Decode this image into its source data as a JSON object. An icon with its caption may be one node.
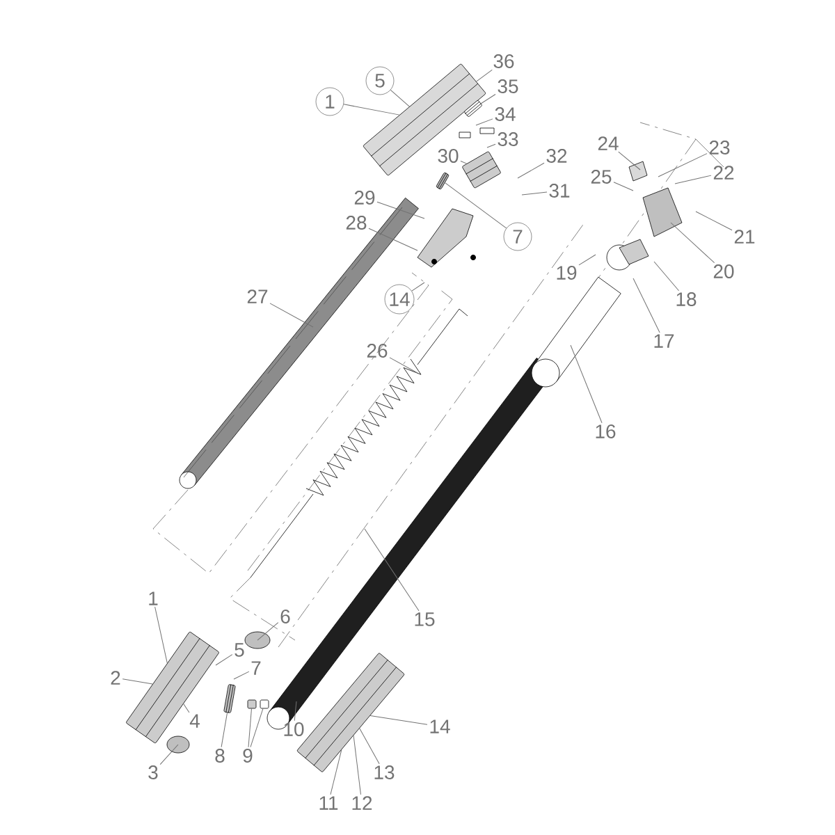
{
  "diagram": {
    "nodes": [
      {
        "text": [
          "36"
        ]
      },
      {
        "text": [
          "5"
        ]
      },
      {
        "text": [
          "35"
        ]
      },
      {
        "text": [
          "1"
        ]
      },
      {
        "text": [
          "34"
        ]
      },
      {
        "text": [
          "33"
        ]
      },
      {
        "text": [
          "30"
        ]
      },
      {
        "text": [
          "32"
        ]
      },
      {
        "text": [
          "31"
        ]
      },
      {
        "text": [
          "24"
        ]
      },
      {
        "text": [
          "23"
        ]
      },
      {
        "text": [
          "25"
        ]
      },
      {
        "text": [
          "22"
        ]
      },
      {
        "text": [
          "29"
        ]
      },
      {
        "text": [
          "28"
        ]
      },
      {
        "text": [
          "7"
        ]
      },
      {
        "text": [
          "21"
        ]
      },
      {
        "text": [
          "20"
        ]
      },
      {
        "text": [
          "19"
        ]
      },
      {
        "text": [
          "27"
        ]
      },
      {
        "text": [
          "18"
        ]
      },
      {
        "text": [
          "14"
        ]
      },
      {
        "text": [
          "17"
        ]
      },
      {
        "text": [
          "26"
        ]
      },
      {
        "text": [
          "16"
        ]
      },
      {
        "text": [
          "1"
        ]
      },
      {
        "text": [
          "6"
        ]
      },
      {
        "text": [
          "15"
        ]
      },
      {
        "text": [
          "5"
        ]
      },
      {
        "text": [
          "7"
        ]
      },
      {
        "text": [
          "2"
        ]
      },
      {
        "text": [
          "10"
        ]
      },
      {
        "text": [
          "4"
        ]
      },
      {
        "text": [
          "14"
        ]
      },
      {
        "text": [
          "8"
        ]
      },
      {
        "text": [
          "9"
        ]
      },
      {
        "text": [
          "3"
        ]
      },
      {
        "text": [
          "13"
        ]
      },
      {
        "text": [
          "11"
        ]
      },
      {
        "text": [
          "12"
        ]
      },
      {
        "text": [],
        "shape": "picture"
      },
      {
        "text": [],
        "shape": "picture"
      },
      {
        "text": [],
        "shape": "picture"
      },
      {
        "text": [],
        "shape": "picture"
      },
      {
        "text": [],
        "shape": "picture"
      },
      {
        "text": [],
        "shape": "picture"
      },
      {
        "text": [],
        "shape": "box"
      },
      {
        "text": [],
        "shape": "box"
      },
      {
        "text": [],
        "shape": "picture"
      }
    ],
    "edges": [
      {
        "from": 0,
        "to": 40,
        "arrow": "none"
      },
      {
        "from": 1,
        "to": 40,
        "arrow": "none"
      },
      {
        "from": 2,
        "to": 41,
        "arrow": "none"
      },
      {
        "from": 3,
        "to": 40,
        "arrow": "none"
      },
      {
        "from": 4,
        "to": null,
        "arrow": "none"
      },
      {
        "from": 5,
        "to": null,
        "arrow": "none"
      },
      {
        "from": 6,
        "to": 43,
        "arrow": "none"
      },
      {
        "from": 7,
        "to": null,
        "arrow": "none"
      },
      {
        "from": 8,
        "to": null,
        "arrow": "none"
      },
      {
        "from": 9,
        "to": null,
        "arrow": "none"
      },
      {
        "from": 10,
        "to": null,
        "arrow": "none"
      },
      {
        "from": 11,
        "to": null,
        "arrow": "none"
      },
      {
        "from": 12,
        "to": null,
        "arrow": "none"
      },
      {
        "from": 13,
        "to": null,
        "arrow": "none"
      },
      {
        "from": 14,
        "to": null,
        "arrow": "none"
      },
      {
        "from": 15,
        "to": 42,
        "arrow": "none"
      },
      {
        "from": 16,
        "to": null,
        "arrow": "none"
      },
      {
        "from": 17,
        "to": null,
        "arrow": "none"
      },
      {
        "from": 18,
        "to": null,
        "arrow": "none"
      },
      {
        "from": 19,
        "to": null,
        "arrow": "none"
      },
      {
        "from": 20,
        "to": null,
        "arrow": "none"
      },
      {
        "from": 21,
        "to": null,
        "arrow": "none"
      },
      {
        "from": 22,
        "to": null,
        "arrow": "none"
      },
      {
        "from": 23,
        "to": null,
        "arrow": "none"
      },
      {
        "from": 24,
        "to": null,
        "arrow": "none"
      },
      {
        "from": 25,
        "to": 44,
        "arrow": "none"
      },
      {
        "from": 26,
        "to": null,
        "arrow": "none"
      },
      {
        "from": 27,
        "to": null,
        "arrow": "none"
      },
      {
        "from": 28,
        "to": null,
        "arrow": "none"
      },
      {
        "from": 29,
        "to": null,
        "arrow": "none"
      },
      {
        "from": 30,
        "to": 44,
        "arrow": "none"
      },
      {
        "from": 31,
        "to": null,
        "arrow": "none"
      },
      {
        "from": 32,
        "to": 44,
        "arrow": "none"
      },
      {
        "from": 33,
        "to": 48,
        "arrow": "none"
      },
      {
        "from": 34,
        "to": 45,
        "arrow": "none"
      },
      {
        "from": 35,
        "to": 46,
        "arrow": "none"
      },
      {
        "from": 35,
        "to": 47,
        "arrow": "none"
      },
      {
        "from": 36,
        "to": null,
        "arrow": "none"
      },
      {
        "from": 37,
        "to": 48,
        "arrow": "none"
      },
      {
        "from": 38,
        "to": 48,
        "arrow": "none"
      },
      {
        "from": 39,
        "to": 48,
        "arrow": "none"
      }
    ]
  }
}
